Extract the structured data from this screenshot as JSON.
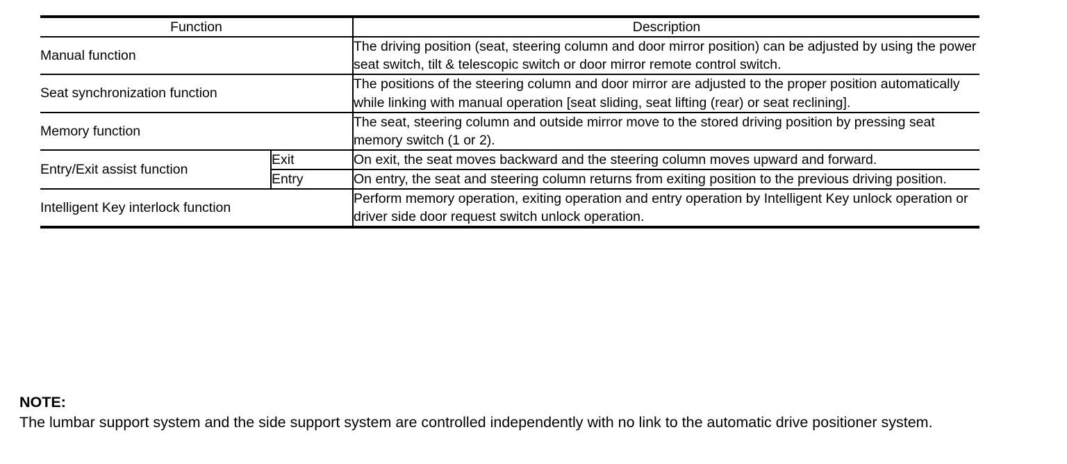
{
  "table": {
    "headers": {
      "function": "Function",
      "description": "Description"
    },
    "rows": [
      {
        "function": "Manual function",
        "sub": null,
        "description": "The driving position (seat, steering column and door mirror position) can be adjusted by using the power seat switch, tilt & telescopic switch or door mirror remote control switch."
      },
      {
        "function": "Seat synchronization function",
        "sub": null,
        "description": "The positions of the steering column and door mirror are adjusted to the proper position automatically while linking with manual operation [seat sliding, seat lifting (rear) or seat reclining]."
      },
      {
        "function": "Memory function",
        "sub": null,
        "description": "The seat, steering column and outside mirror move to the stored driving position by pressing seat memory switch (1 or 2)."
      },
      {
        "function": "Entry/Exit assist function",
        "sub": "Exit",
        "description": "On exit, the seat moves backward and the steering column moves upward and forward."
      },
      {
        "function": "",
        "sub": "Entry",
        "description": "On entry, the seat and steering column returns from exiting position to the previous driving position."
      },
      {
        "function": "Intelligent Key interlock function",
        "sub": null,
        "description": "Perform memory operation, exiting operation and entry operation by Intelligent Key unlock operation or driver side door request switch unlock operation."
      }
    ]
  },
  "note": {
    "title": "NOTE:",
    "body": "The lumbar support system and the side support system are controlled independently with no link to the automatic drive positioner system."
  }
}
